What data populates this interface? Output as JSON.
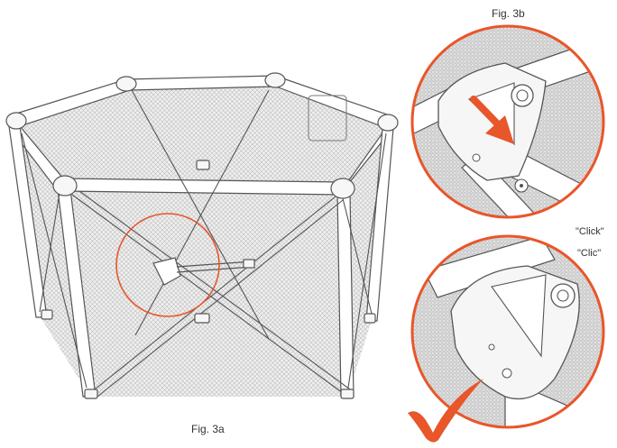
{
  "figures": {
    "main_caption": "Fig. 3a",
    "detail_caption": "Fig. 3b"
  },
  "sounds": {
    "click_en": "\"Click\"",
    "click_fr": "\"Clic\""
  },
  "colors": {
    "accent": "#e8562a",
    "line": "#555555",
    "mesh": "#e6e6e6",
    "frame": "#ffffff"
  },
  "icons": {
    "arrow": "arrow-down-right-icon",
    "check": "checkmark-icon"
  }
}
